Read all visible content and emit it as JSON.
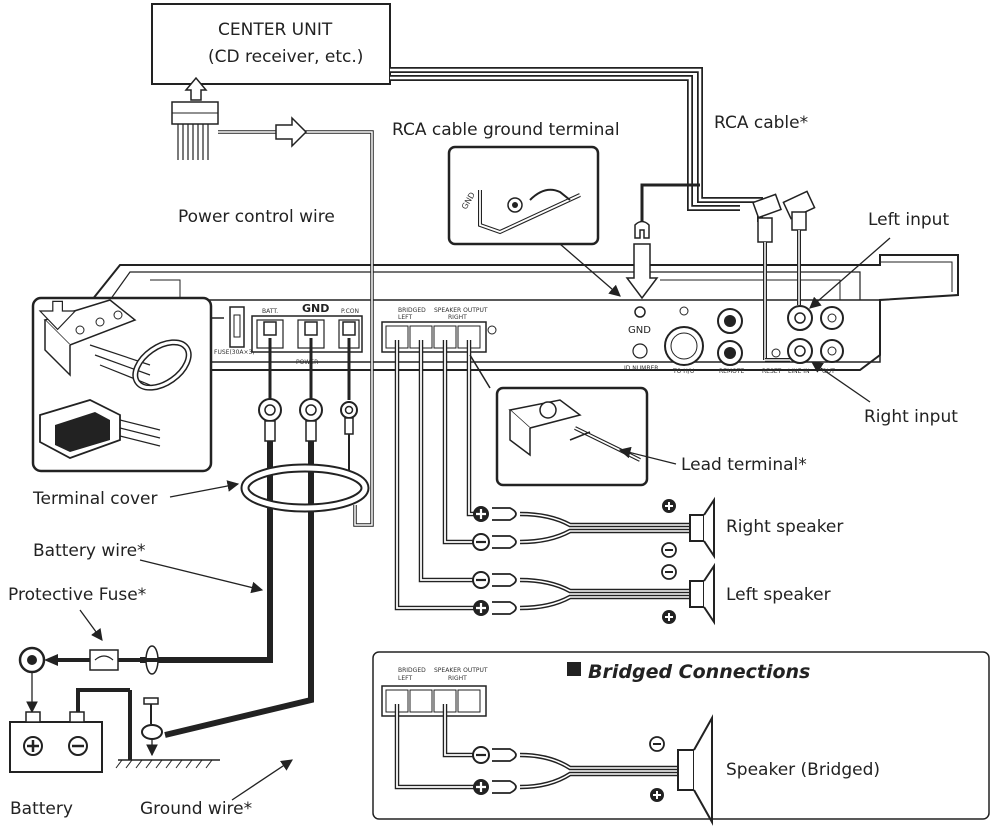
{
  "center_unit": {
    "line1": "CENTER UNIT",
    "line2": "(CD receiver, etc.)"
  },
  "labels": {
    "power_control_wire": "Power control wire",
    "rca_ground_terminal": "RCA cable ground terminal",
    "rca_cable": "RCA cable*",
    "left_input": "Left input",
    "right_input": "Right input",
    "lead_terminal": "Lead terminal*",
    "terminal_cover": "Terminal cover",
    "battery_wire": "Battery wire*",
    "protective_fuse": "Protective Fuse*",
    "right_speaker": "Right speaker",
    "left_speaker": "Left speaker",
    "battery": "Battery",
    "ground_wire": "Ground wire*",
    "speaker_bridged": "Speaker (Bridged)"
  },
  "panel": {
    "gnd_big": "GND",
    "gnd_small": "GND",
    "batt": "BATT.",
    "pcon": "P.CON",
    "power": "POWER",
    "fuse": "FUSE(30A×3)",
    "bridged": "BRIDGED",
    "speaker_output": "SPEAKER OUTPUT",
    "left": "LEFT",
    "right": "RIGHT",
    "id_number": "ID NUMBER",
    "to_hu": "TO H/U",
    "remote": "REMOTE",
    "reset": "RESET",
    "line_in": "LINE IN",
    "out": "OUT"
  },
  "bridged_box": {
    "title": "Bridged Connections",
    "bridged": "BRIDGED",
    "speaker_output": "SPEAKER OUTPUT",
    "left": "LEFT",
    "right": "RIGHT"
  },
  "gnd_inset": "GND"
}
